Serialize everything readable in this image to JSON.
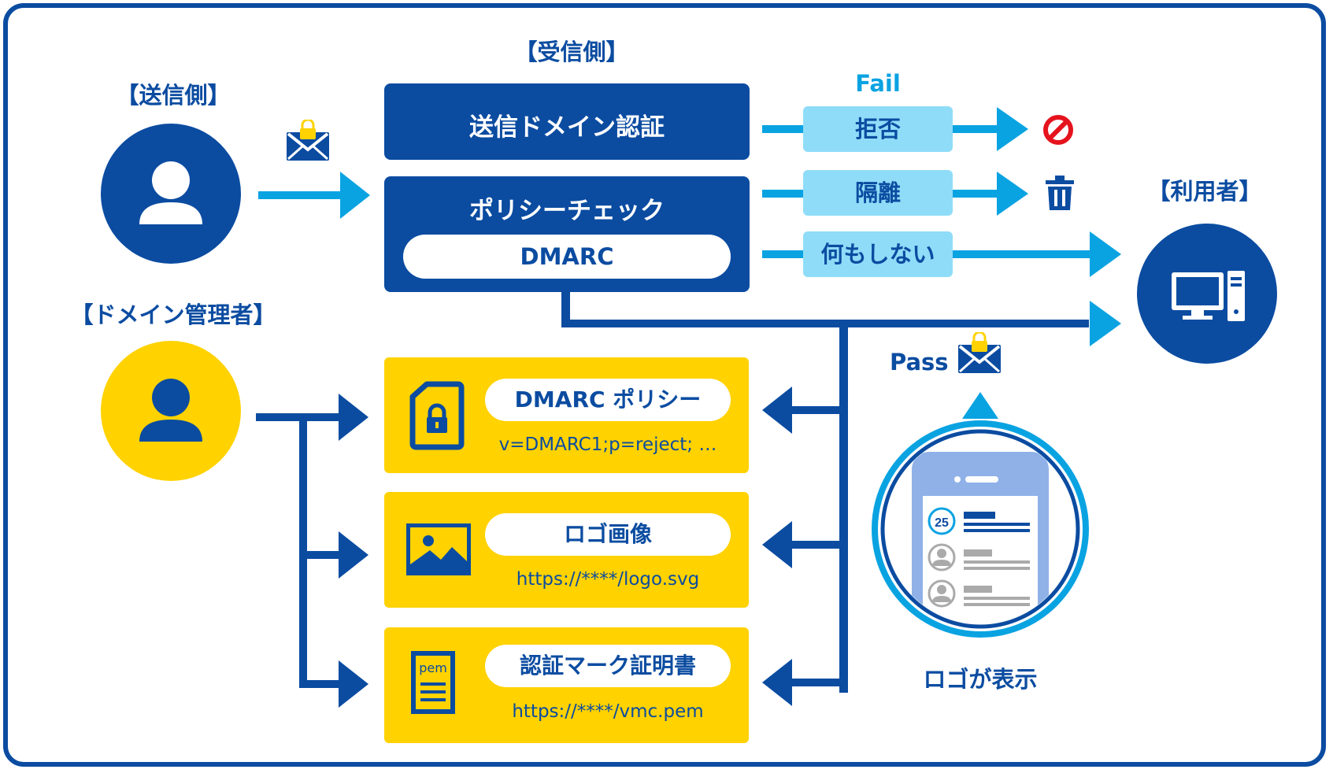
{
  "sender": {
    "title": "【送信側】"
  },
  "receiver": {
    "title": "【受信側】"
  },
  "admin": {
    "title": "【ドメイン管理者】"
  },
  "user": {
    "title": "【利用者】"
  },
  "auth_box": {
    "label": "送信ドメイン認証"
  },
  "policy_box": {
    "label": "ポリシーチェック",
    "pill": "DMARC"
  },
  "fail_label": "Fail",
  "results": [
    "拒否",
    "隔離",
    "何もしない"
  ],
  "pass_label": "Pass",
  "records": [
    {
      "title": "DMARC ポリシー",
      "value": "v=DMARC1;p=reject; …",
      "icon": "locked-document-icon"
    },
    {
      "title": "ロゴ画像",
      "value": "https://****/logo.svg",
      "icon": "image-icon"
    },
    {
      "title": "認証マーク証明書",
      "value": "https://****/vmc.pem",
      "icon": "pem",
      "icon_text": "pem"
    }
  ],
  "phone_caption": "ロゴが表示",
  "phone_logo_text": "25",
  "colors": {
    "navy": "#0b4ca1",
    "cyan": "#0aa3e2",
    "light_cyan": "#8fdcf8",
    "yellow": "#ffd200",
    "phone": "#8fb1e8"
  }
}
